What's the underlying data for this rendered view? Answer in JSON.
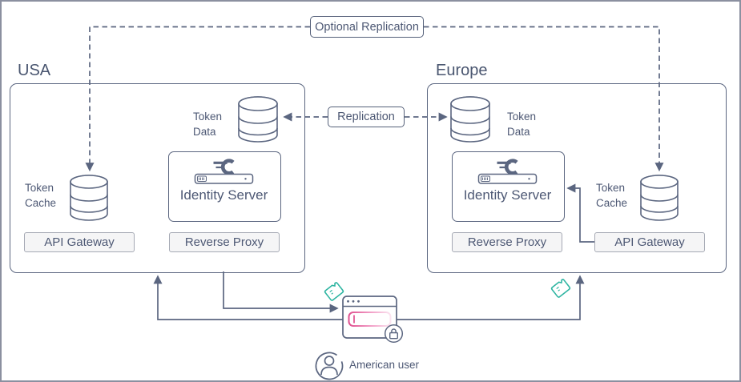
{
  "canvas": {
    "optional_replication_label": "Optional Replication",
    "replication_label": "Replication",
    "user_label": "American user"
  },
  "regions": {
    "usa": {
      "name": "USA",
      "token_data": "Token\nData",
      "token_cache": "Token\nCache",
      "identity_server": "Identity Server",
      "api_gateway": "API Gateway",
      "reverse_proxy": "Reverse Proxy"
    },
    "europe": {
      "name": "Europe",
      "token_data": "Token\nData",
      "token_cache": "Token\nCache",
      "identity_server": "Identity Server",
      "api_gateway": "API Gateway",
      "reverse_proxy": "Reverse Proxy"
    }
  },
  "icons": {
    "token_data": "database-cylinder",
    "token_cache": "database-cylinder",
    "identity_server": "identityserver-comet-logo",
    "user_client": "browser-window",
    "credential_field": "password-input",
    "security": "lock-badge",
    "token": "teal-ticket",
    "user": "person-avatar"
  },
  "colors": {
    "stroke": "#5b6680",
    "text": "#4d5874",
    "chip_fill": "#f5f5f6",
    "chip_border": "#a5a9b4",
    "accent_teal": "#2fb5a2",
    "accent_pink": "#e0508f",
    "background": "#ffffff"
  },
  "flows": [
    {
      "from": "Optional Replication",
      "to": "USA Token Cache",
      "style": "dashed"
    },
    {
      "from": "Optional Replication",
      "to": "Europe Token Cache",
      "style": "dashed"
    },
    {
      "from": "Replication",
      "to": "USA Token Data",
      "style": "dashed"
    },
    {
      "from": "Replication",
      "to": "Europe Token Data",
      "style": "dashed"
    },
    {
      "from": "American user browser",
      "to": "USA region",
      "style": "solid"
    },
    {
      "from": "USA region",
      "to": "American user browser",
      "style": "solid"
    },
    {
      "from": "American user browser",
      "to": "Europe region",
      "style": "solid"
    },
    {
      "from": "Europe API Gateway",
      "to": "Europe Identity Server",
      "style": "solid"
    }
  ]
}
